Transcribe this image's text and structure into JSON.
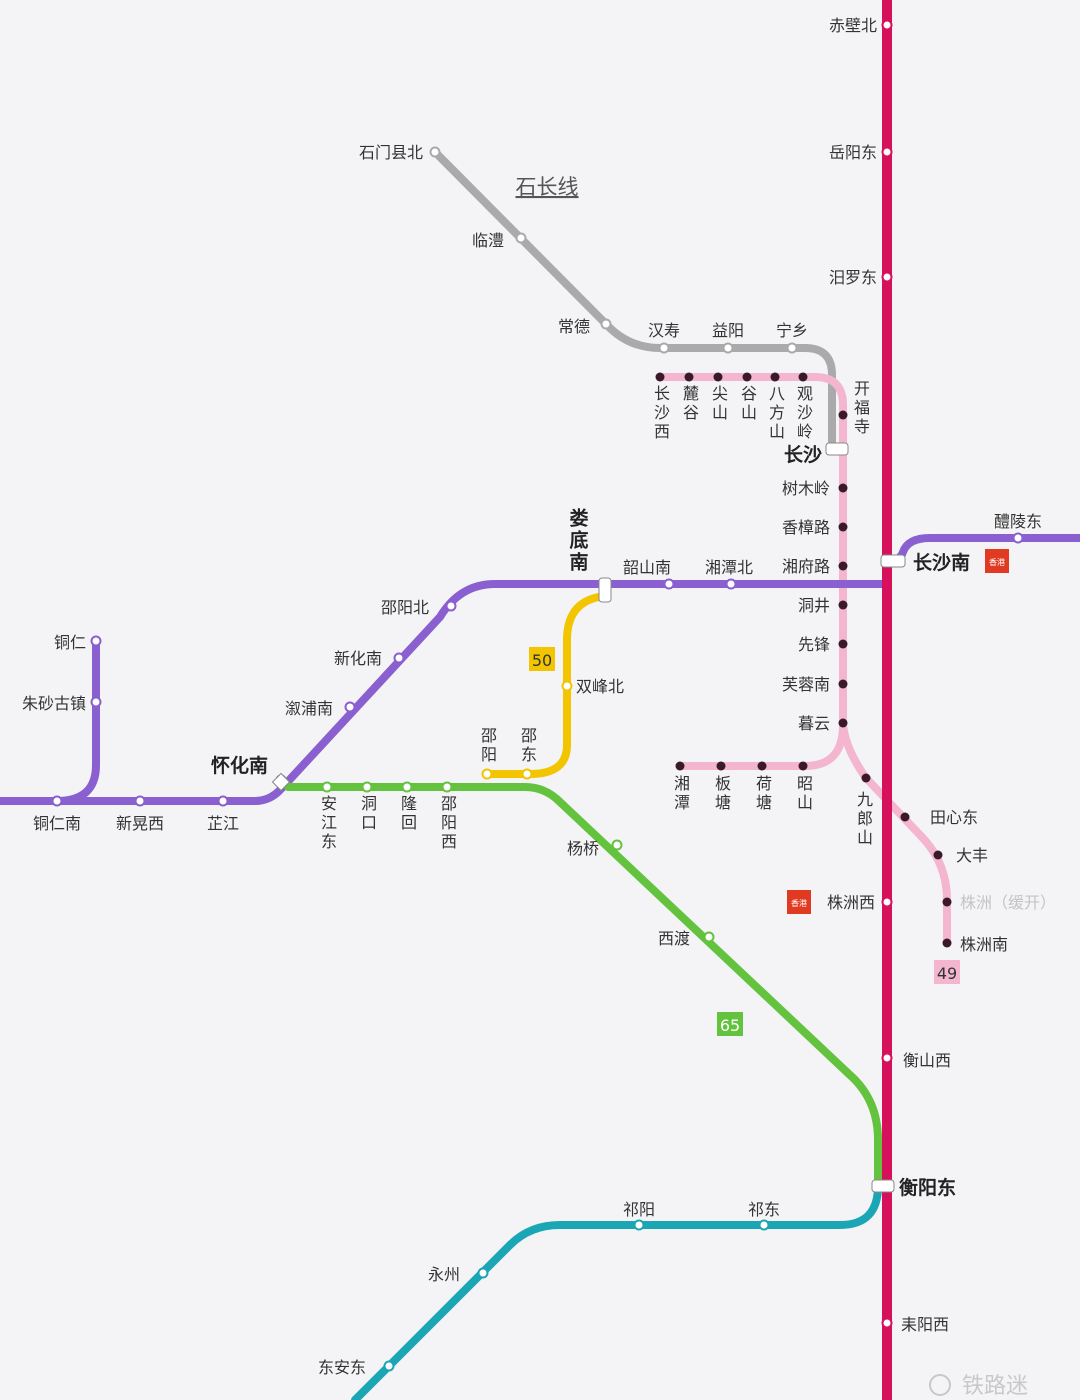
{
  "title": "石长线",
  "colors": {
    "jingguang": "#d6105a",
    "shichang": "#aaaaaa",
    "changzhutan": "#f4b6cf",
    "hukun": "#8a5fcf",
    "yellow": "#f2c500",
    "green": "#63c23e",
    "teal": "#1aa6b5"
  },
  "badges": {
    "line50": "50",
    "line65": "65",
    "line49": "49"
  },
  "hub_badge_text": "香港",
  "watermark": "铁路迷",
  "lines": {
    "red": [
      "赤壁北",
      "岳阳东",
      "汨罗东",
      "长沙南",
      "株洲西",
      "衡山西",
      "衡阳东",
      "耒阳西"
    ],
    "gray": [
      "石门县北",
      "临澧",
      "常德",
      "汉寿",
      "益阳",
      "宁乡"
    ],
    "pink": [
      "长沙西",
      "麓谷",
      "尖山",
      "谷山",
      "八方山",
      "观沙岭",
      "开福寺",
      "长沙",
      "树木岭",
      "香樟路",
      "湘府路",
      "洞井",
      "先锋",
      "芙蓉南",
      "暮云",
      "湘潭",
      "板塘",
      "荷塘",
      "昭山",
      "九郎山",
      "田心东",
      "大丰",
      "株洲（缓开）",
      "株洲南"
    ],
    "purple": [
      "铜仁南",
      "新晃西",
      "芷江",
      "怀化南",
      "溆浦南",
      "新化南",
      "邵阳北",
      "娄底南",
      "韶山南",
      "湘潭北",
      "醴陵东",
      "铜仁",
      "朱砂古镇"
    ],
    "yellow": [
      "双峰北",
      "邵阳",
      "邵东"
    ],
    "green": [
      "安江东",
      "洞口",
      "隆回",
      "邵阳西",
      "杨桥",
      "西渡"
    ],
    "teal": [
      "祁阳",
      "祁东",
      "永州",
      "东安东"
    ]
  }
}
